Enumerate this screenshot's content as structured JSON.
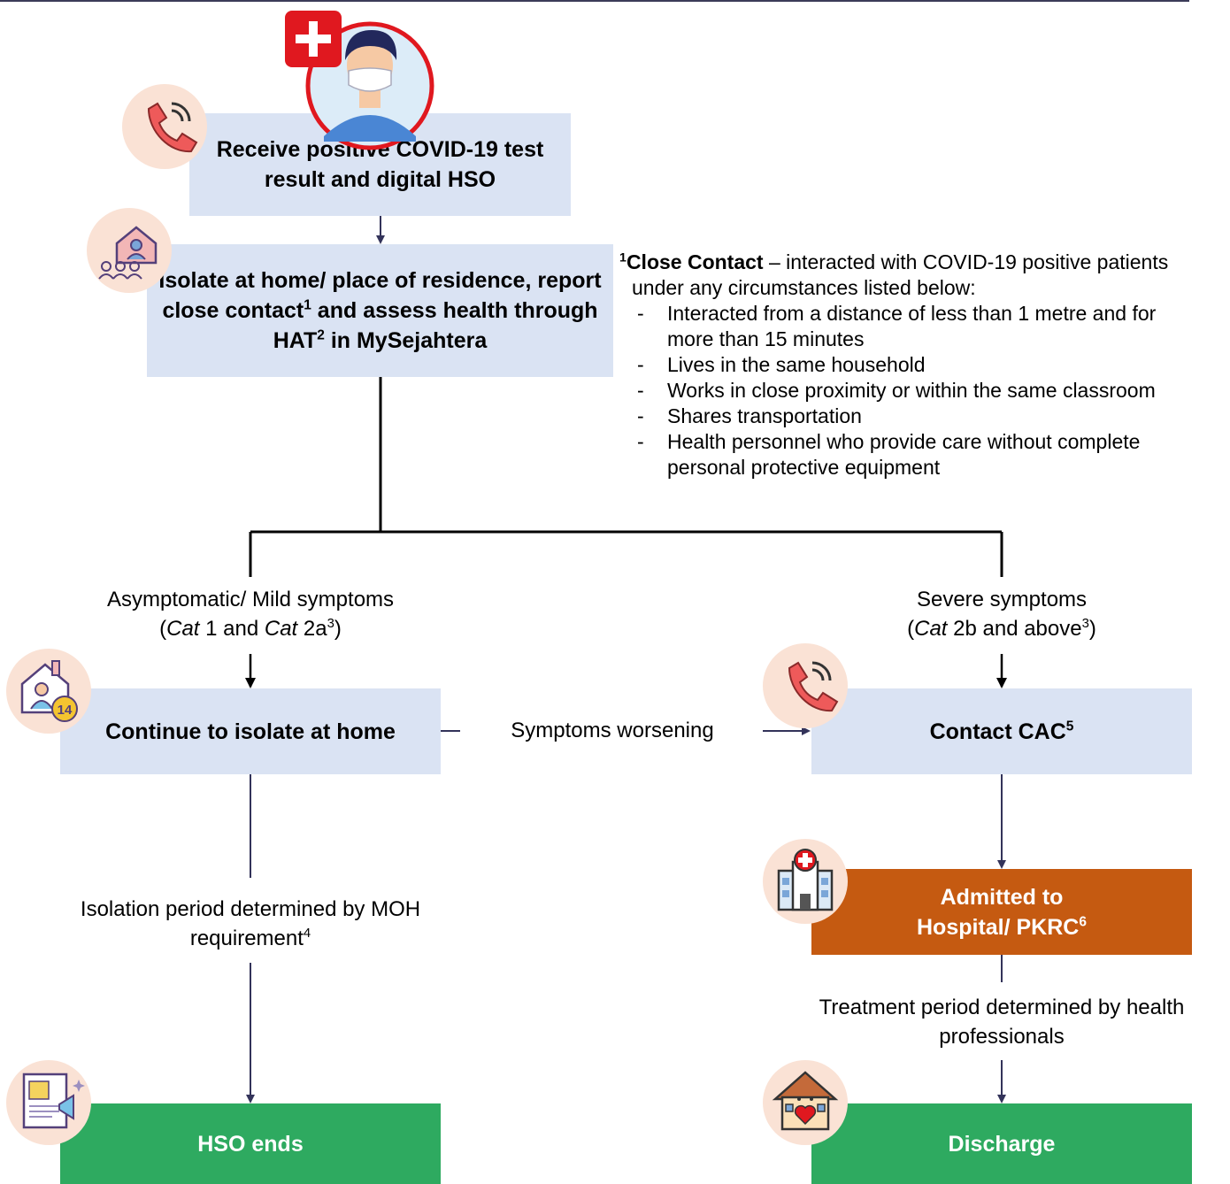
{
  "boxes": {
    "receive": "Receive positive COVID-19 test result and digital HSO",
    "isolate": {
      "text1": "Isolate at home/ place of residence, report close contact",
      "sup1": "1",
      "text2": " and assess health through HAT",
      "sup2": "2",
      "text3": " in MySejahtera"
    },
    "continue": "Continue to isolate at home",
    "contact": {
      "text": "Contact CAC",
      "sup": "5"
    },
    "admitted": {
      "text": "Admitted to Hospital/ PKRC",
      "sup": "6"
    },
    "hso_ends": "HSO ends",
    "discharge": "Discharge"
  },
  "labels": {
    "mild": {
      "line1": "Asymptomatic/ Mild symptoms",
      "open": "(",
      "cat1": "Cat",
      "mid": " 1 and ",
      "cat2": "Cat",
      "end": " 2a",
      "sup": "3",
      "close": ")"
    },
    "severe": {
      "line1": "Severe symptoms",
      "open": "(",
      "cat": "Cat",
      "end": " 2b and above",
      "sup": "3",
      "close": ")"
    },
    "worsening": "Symptoms worsening",
    "isolation_period": {
      "text": "Isolation period determined by MOH requirement",
      "sup": "4"
    },
    "treatment_period": "Treatment period determined by health professionals"
  },
  "close_contact": {
    "sup": "1",
    "title": "Close Contact",
    "intro": " – interacted with COVID-19 positive patients under any circumstances listed below:",
    "items": [
      "Interacted from a distance of less than 1 metre and for more than 15 minutes",
      "Lives in the same household",
      "Works in close proximity or within the same classroom",
      "Shares transportation",
      "Health personnel who provide care without complete personal protective equipment"
    ]
  },
  "icons": [
    "phone-icon",
    "home-people-icon",
    "patient-mask-icon",
    "home-14-icon",
    "phone-icon",
    "hospital-icon",
    "document-megaphone-icon",
    "house-heart-icon"
  ],
  "colors": {
    "box_blue": "#dae3f3",
    "box_orange": "#c55a11",
    "box_green": "#2eaa60",
    "icon_bg": "#fae2d5",
    "line": "#3b3b58"
  }
}
